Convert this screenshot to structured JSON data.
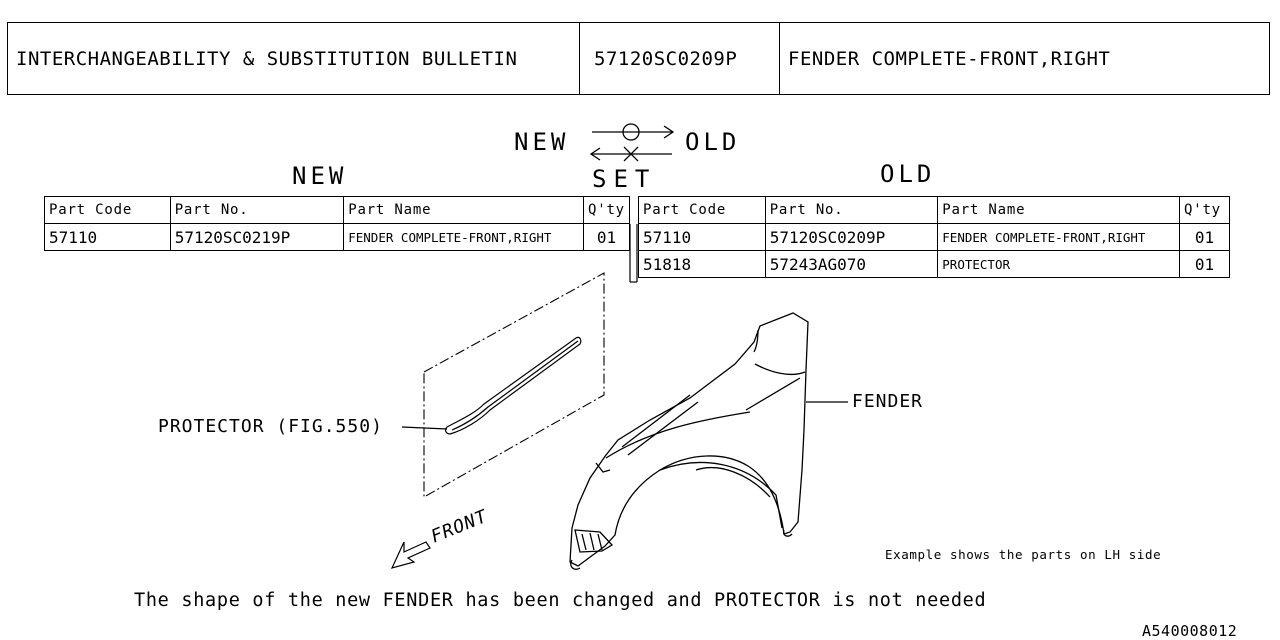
{
  "header": {
    "bulletin_title": "INTERCHANGEABILITY & SUBSTITUTION BULLETIN",
    "bulletin_part_no": "57120SC0209P",
    "bulletin_part_name": "FENDER COMPLETE-FRONT,RIGHT"
  },
  "legend": {
    "new": "NEW",
    "old": "OLD",
    "set": "SET",
    "symbol_ok": "O",
    "symbol_ng": "X"
  },
  "new_table": {
    "title": "NEW",
    "columns": [
      "Part Code",
      "Part No.",
      "Part Name",
      "Q'ty"
    ],
    "rows": [
      {
        "code": "57110",
        "part_no": "57120SC0219P",
        "name": "FENDER COMPLETE-FRONT,RIGHT",
        "qty": "01"
      }
    ]
  },
  "old_table": {
    "title": "OLD",
    "columns": [
      "Part Code",
      "Part No.",
      "Part Name",
      "Q'ty"
    ],
    "rows": [
      {
        "code": "57110",
        "part_no": "57120SC0209P",
        "name": "FENDER COMPLETE-FRONT,RIGHT",
        "qty": "01"
      },
      {
        "code": "51818",
        "part_no": "57243AG070",
        "name": "PROTECTOR",
        "qty": "01"
      }
    ]
  },
  "diagram": {
    "protector_label": "PROTECTOR (FIG.550)",
    "fender_label": "FENDER",
    "front_label": "FRONT",
    "example_note": "Example shows the parts on LH side"
  },
  "footer": {
    "note": "The shape of the new FENDER has been changed and PROTECTOR is not needed",
    "drawing_id": "A540008012"
  }
}
